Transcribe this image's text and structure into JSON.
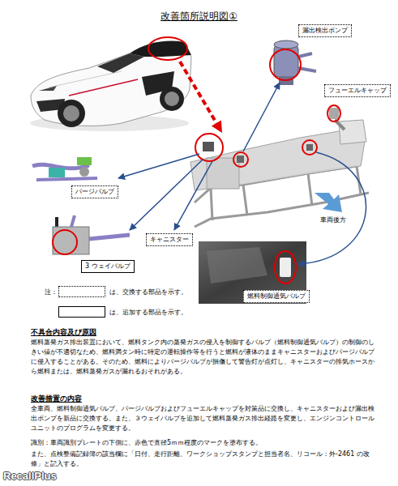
{
  "diagram": {
    "title": "改善箇所説明図①",
    "nodes": [
      {
        "text": [
          "漏出検出ポンプ"
        ]
      },
      {
        "text": [
          "フューエルキャップ"
        ]
      },
      {
        "text": [
          "パージバルブ"
        ]
      },
      {
        "text": [
          "キャニスター"
        ]
      },
      {
        "text": [
          "3 ウェイバルブ"
        ]
      },
      {
        "text": [
          "燃料制御通気バルブ"
        ]
      }
    ],
    "labels": [
      "車両後方",
      "注：",
      "不具合内容及び原因",
      "燃料蒸発ガス排出装置において、燃料タンク内の蒸発ガスの侵入を制御するバルブ（燃料制御通気バルブ）の制御のしきい値が不適切なため、燃料満タン時に特定の運転操作等を行うと燃料が液体のままキャニスターおよびパージバルブに侵入することがある。そのため、燃料によりパージバルブが損傷して警告灯が点灯し、キャニスターの排気ホースから燃料または、燃料蒸発ガスが漏れるおそれがある。",
      "改善措置の内容",
      "全車両、燃料制御通気バルブ、パージバルブおよびフューエルキャップを対策品に交換し、キャニスターおよび漏出検出ポンプを新品に交換する。また、３ウェイバルブを追加して燃料蒸発ガス排出経路を変更し、エンジンコントロールユニットのプログラムを変更する。",
      "識別：車両識別プレートの下側に、赤色で直径5ｍｍ程度のマークを塗布する。",
      "また、点検整備記録簿の該当欄に「日付、走行距離、ワークショップスタンプと担当者名、リコール：外-2461 の改修」と記入する。",
      "RecallPlus"
    ],
    "legend": [
      {
        "text": "は、交換する部品を示す。"
      },
      {
        "text": "は、追加する部品を示す。"
      }
    ]
  }
}
